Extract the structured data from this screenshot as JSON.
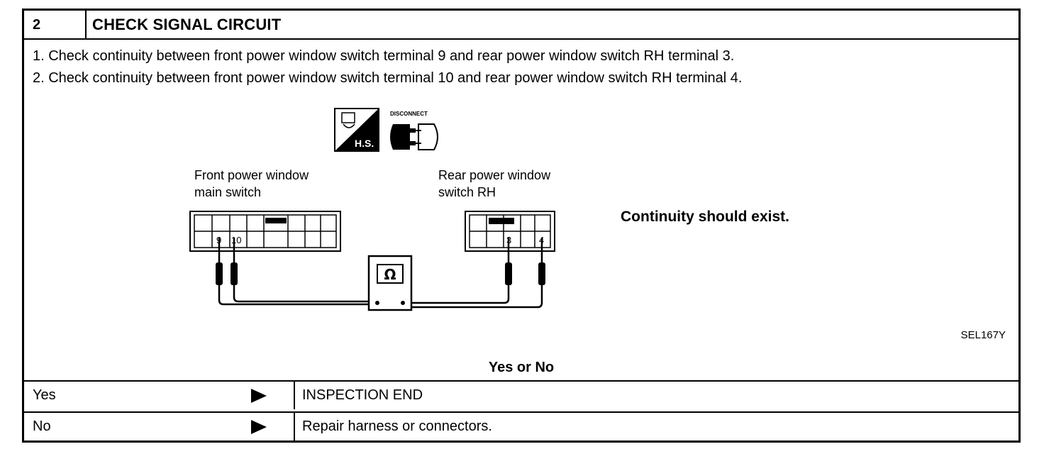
{
  "header": {
    "step_number": "2",
    "title": "CHECK SIGNAL CIRCUIT"
  },
  "instructions": [
    "1. Check continuity between front power window switch terminal 9 and rear power window switch RH terminal 3.",
    "2. Check continuity between front power window switch terminal 10 and rear power window switch RH terminal 4."
  ],
  "diagram": {
    "hs_label": "H.S.",
    "disconnect_label": "DISCONNECT",
    "front_switch_label_line1": "Front power window",
    "front_switch_label_line2": "main switch",
    "rear_switch_label_line1": "Rear power window",
    "rear_switch_label_line2": "switch RH",
    "front_terminals": [
      "9",
      "10"
    ],
    "rear_terminals": [
      "3",
      "4"
    ],
    "meter_symbol": "Ω",
    "note": "Continuity should exist.",
    "figure_code": "SEL167Y"
  },
  "question": "Yes or No",
  "results": [
    {
      "answer": "Yes",
      "action": "INSPECTION END"
    },
    {
      "answer": "No",
      "action": "Repair harness or connectors."
    }
  ]
}
